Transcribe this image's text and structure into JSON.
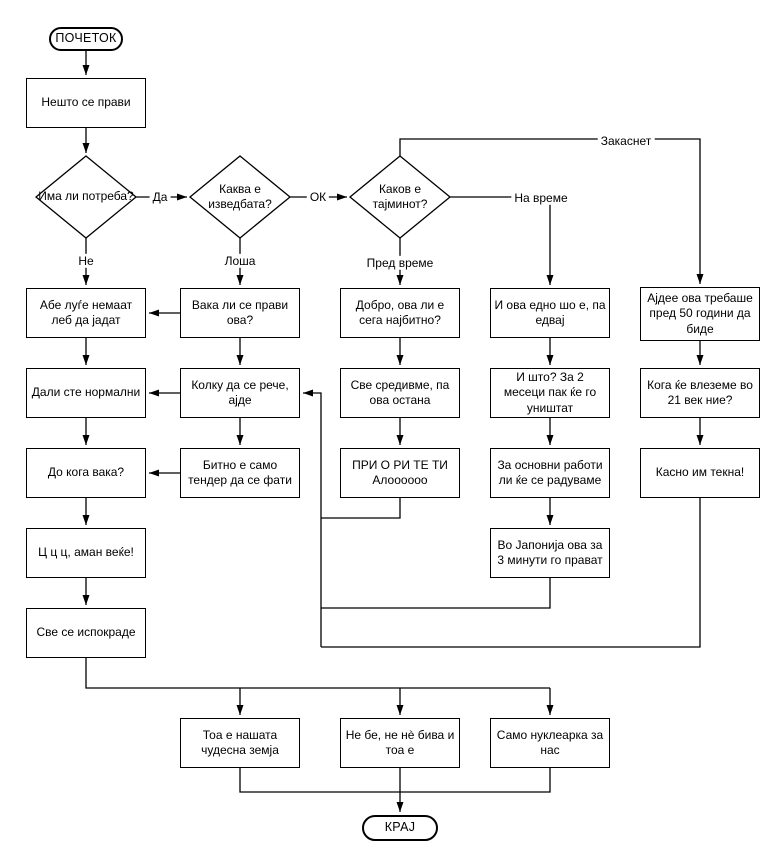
{
  "flow": {
    "start_label": "ПОЧЕТОК",
    "end_label": "КРАЈ",
    "first_step": "Нешто се прави",
    "decisions": {
      "need": "Има ли потреба?",
      "execution": "Каква е изведбата?",
      "timing": "Каков е тајминот?"
    },
    "edge_labels": {
      "yes": "Да",
      "no": "Не",
      "ok": "ОК",
      "bad": "Лоша",
      "early": "Пред време",
      "on_time": "На време",
      "late": "Закаснет"
    },
    "no_branch": [
      "Абе луѓе немаат леб да јадат",
      "Дали сте нормални",
      "До кога вака?",
      "Ц ц ц, аман веќе!",
      "Све се испокраде"
    ],
    "bad_branch": [
      "Вака ли се прави ова?",
      "Колку да се рече, ајде",
      "Битно е само тендер да се фати"
    ],
    "early_branch": [
      "Добро, ова ли е сега најбитно?",
      "Све средивме, па ова остана",
      "ПРИ О РИ ТЕ ТИ Алоооооо"
    ],
    "on_time_branch": [
      "И ова едно шо е, па едвај",
      "И што? За 2 месеци пак ќе го уништат",
      "За основни работи ли ќе се радуваме",
      "Во Јапонија ова за 3 минути го прават"
    ],
    "late_branch": [
      "Ајдее ова требаше пред 50 години да биде",
      "Кога ќе влеземе во 21 век ние?",
      "Касно им текна!"
    ],
    "final_row": [
      "Тоа е нашата чудесна земја",
      "Не бе, не нè бива и тоа е",
      "Само нуклеарка за нас"
    ]
  },
  "colors": {
    "line": "#000000",
    "node_fill": "#ffffff",
    "text": "#000000",
    "background": "#ffffff"
  }
}
